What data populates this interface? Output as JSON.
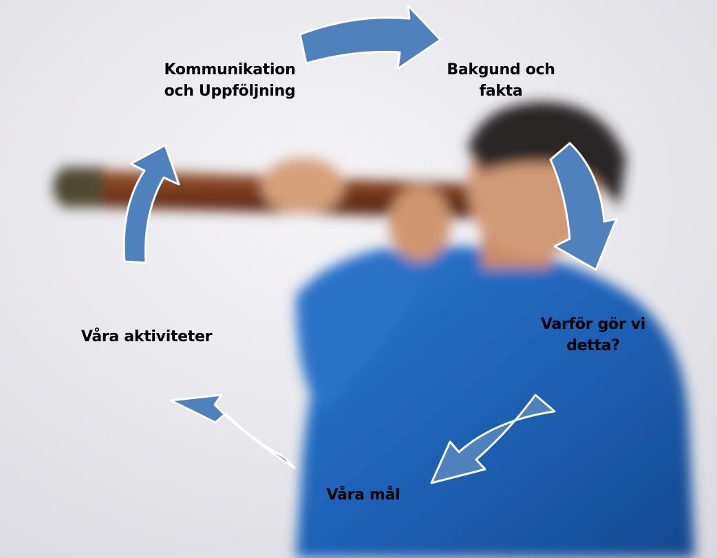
{
  "cycle": {
    "steps": [
      {
        "lines": [
          "Kommunikation",
          "och Uppföljning"
        ]
      },
      {
        "lines": [
          "Bakgund och",
          "fakta"
        ]
      },
      {
        "lines": [
          "Varför gör vi",
          "detta?"
        ]
      },
      {
        "lines": [
          "Våra mål"
        ]
      },
      {
        "lines": [
          "Våra aktiviteter"
        ]
      }
    ],
    "arrow_count": 5
  },
  "colors": {
    "arrow_fill": "#4f81bd",
    "arrow_stroke": "#ffffff",
    "text": "#000000",
    "shirt": "#1f63b8",
    "telescope": "#7a3a1c",
    "background": "#ebebed"
  },
  "photo": {
    "subject": "blurred-man-looking-through-telescope"
  }
}
